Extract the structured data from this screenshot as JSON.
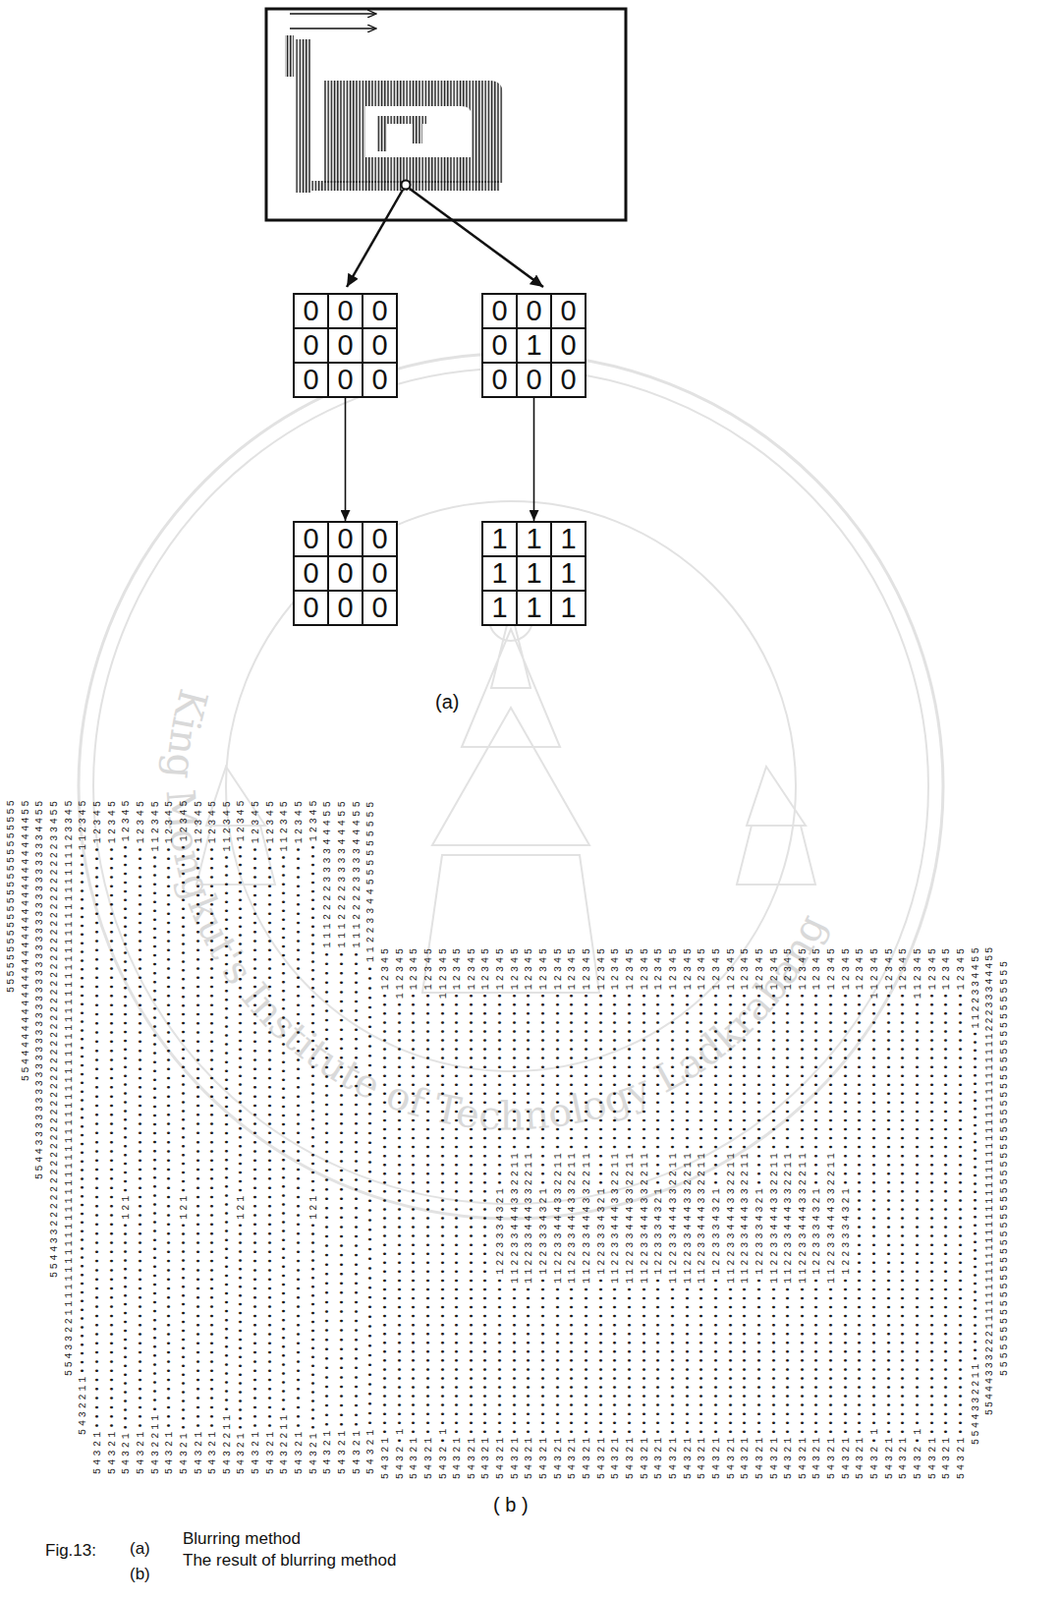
{
  "diagram": {
    "nodes": [
      {
        "text": [
          "0",
          "0",
          "0",
          "0",
          "0",
          "0",
          "0",
          "0",
          "0"
        ]
      },
      {
        "text": [
          "0",
          "0",
          "0",
          "0",
          "1",
          "0",
          "0",
          "0",
          "0"
        ]
      },
      {
        "text": [
          "0",
          "0",
          "0",
          "0",
          "0",
          "0",
          "0",
          "0",
          "0"
        ]
      },
      {
        "text": [
          "1",
          "1",
          "1",
          "1",
          "1",
          "1",
          "1",
          "1",
          "1"
        ]
      }
    ],
    "edges": [
      {
        "from": 0,
        "to": 2,
        "arrow": "to"
      },
      {
        "from": 1,
        "to": 3,
        "arrow": "to"
      }
    ],
    "labels": [
      "(a)",
      "555555555555555555555555",
      "5544444444444444444444444444444455",
      "554433333333333333333333333333333333333334455",
      "55443322222222222222222222222222222222222222222222233455",
      "5543322111111111111111111111111111111111111111111111111111111123345",
      "5432211••••••••••••••••••••••••••••••••••••••••••••••••••••••••••••112345",
      "54321••••••••••••••••••••••••••••••••••••••••••••••••••••••••••••••••12345",
      "54321••••••••••••••••••••••••••••••••••••••••••••••••••••••••••••••••12345",
      "54321••••••••••••••••••••••••121••••••••••••••••••••••••••••••••••••••••12345",
      "54321••••••••••••••••••••••••••••••••••••••••••••••••••••••••••••••••12345",
      "5432211•••••••••••••••••••••••••••••••••••••••••••••••••••••••••••••••112345",
      "54321••••••••••••••••••••••••••••••••••••••••••••••••••••••••••••••••12345",
      "54321••••••••••••••••••••••••121••••••••••••••••••••••••••••••••••••••••12345",
      "54321••••••••••••••••••••••••••••••••••••••••••••••••••••••••••••••••12345",
      "54321••••••••••••••••••••••••••••••••••••••••••••••••••••••••••••••••12345",
      "5432211•••••••••••••••••••••••••••••••••••••••••••••••••••••••••••••••112345",
      "54321••••••••••••••••••••••••121••••••••••••••••••••••••••••••••••••••••12345",
      "54321••••••••••••••••••••••••••••••••••••••••••••••••••••••••••••••••12345",
      "54321••••••••••••••••••••••••••••••••••••••••••••••••••••••••••••••••12345",
      "5432211•••••••••••••••••••••••••••••••••••••••••••••••••••••••••••••••112345",
      "54321••••••••••••••••••••••••••••••••••••••••••••••••••••••••••••••••12345",
      "54321••••••••••••••••••••••••121••••••••••••••••••••••••••••••••••••••••12345",
      "54321•••••••••••••••••••••••••••••••••••••••••••••••••••1112222333344455",
      "54321•••••••••••••••••••••••••••••••••••••••••••••••••••1112222333344455",
      "54321•••••••••••••••••••••••••••••••••••••••••••••••••••1112222333344455",
      "54321••••••••••••••••••••••••••••••••••••••••••••••••11223344555555555",
      "54321••••••••••••••••••••••••••••••••••••••••••••••••••12345",
      "5432•1••••••••••••••••••••••••••••••••••••••••••••••••112345",
      "54321••••••••••••••••••••••••••••••••••••••••••••••••••12345",
      "54321••••••••••••••••••••••••••••••••••••••••••••••••••12345",
      "5432•1••••••••••••••••••••••••••••••••••••••••••••••••112345",
      "54321••••••••••••••••••••••••••••••••••••••••••••••••••12345",
      "54321••••••••••••••••••••••••••••••••••••••••••••••••••12345",
      "54321••••••••••••••••••••••••••••••••••••••••••••••••••12345",
      "54321••••••••••••••••••1223334321••••••••••••••••••••••12345",
      "54321•••••••••••••••••112233444332211••••••••••••••••••12345",
      "54321•••••••••••••••••112233444332211••••••••••••••••••12345",
      "54321••••••••••••••••••1223334321••••••••••••••••••••••12345",
      "54321•••••••••••••••••112233444332211••••••••••••••••••12345",
      "54321•••••••••••••••••112233444332211••••••••••••••••••12345",
      "54321•••••••••••••••••112233444332211••••••••••••••••••12345",
      "54321••••••••••••••••••1223334321••••••••••••••••••••••12345",
      "54321•••••••••••••••••112233444332211••••••••••••••••••12345",
      "54321•••••••••••••••••112233444332211••••••••••••••••••12345",
      "54321•••••••••••••••••112233444332211••••••••••••••••••12345",
      "54321••••••••••••••••••1223334321••••••••••••••••••••••12345",
      "54321•••••••••••••••••112233444332211••••••••••••••••••12345",
      "54321•••••••••••••••••112233444332211••••••••••••••••••12345",
      "54321•••••••••••••••••112233444332211••••••••••••••••••12345",
      "54321••••••••••••••••••1223334321••••••••••••••••••••••12345",
      "54321•••••••••••••••••112233444332211••••••••••••••••••12345",
      "54321•••••••••••••••••112233444332211••••••••••••••••••12345",
      "54321••••••••••••••••••1223334321••••••••••••••••••••••12345",
      "54321•••••••••••••••••112233444332211••••••••••••••••••12345",
      "54321•••••••••••••••••112233444332211••••••••••••••••••12345",
      "54321•••••••••••••••••112233444332211••••••••••••••••••12345",
      "54321••••••••••••••••••1223334321••••••••••••••••••••••12345",
      "54321•••••••••••••••••112233444332211••••••••••••••••••12345",
      "54321••••••••••••••••••1223334321••••••••••••••••••••••12345",
      "54321••••••••••••••••••••••••••••••••••••••••••••••••••12345",
      "5432•1••••••••••••••••••••••••••••••••••••••••••••••••112345",
      "54321••••••••••••••••••••••••••••••••••••••••••••••••••12345",
      "54321••••••••••••••••••••••••••••••••••••••••••••••••••12345",
      "5432•1••••••••••••••••••••••••••••••••••••••••••••••••112345",
      "54321••••••••••••••••••••••••••••••••••••••••••••••••••12345",
      "54321••••••••••••••••••••••••••••••••••••••••••••••••••12345",
      "54321••••••••••••••••••••••••••••••••••••••••••••••••••12345",
      "5544332211••••••••••••••••••••••••••••••••••••••••1122334455",
      "554443332221111111111111111111111111111111111111122233344455",
      "555555555555555555555555555555555555555555555555",
      "( b )",
      "Fig.13:",
      "(a)",
      "Blurring method",
      "(b)",
      "The result of blurring method",
      "King Mongkut's Institute of Technology Ladkrabang"
    ]
  }
}
